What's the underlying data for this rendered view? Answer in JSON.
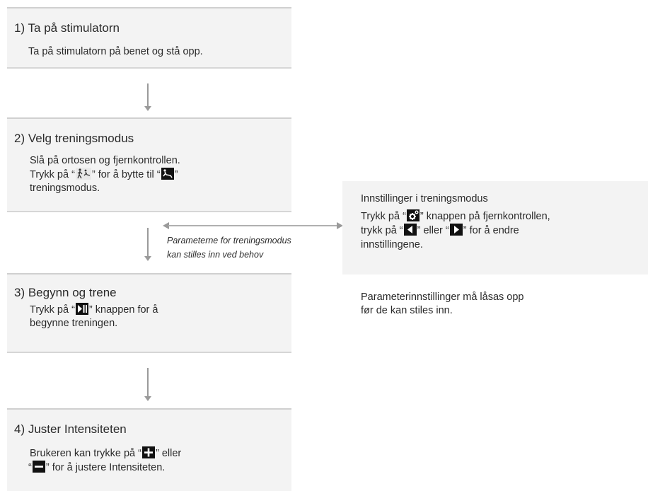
{
  "steps": [
    {
      "title": "1) Ta på stimulatorn",
      "body_line1": "Ta på stimulatorn på benet og stå opp."
    },
    {
      "title": "2) Velg treningsmodus",
      "line1": "Slå på ortosen og fjernkontrollen.",
      "line2_a": "Trykk på “",
      "line2_b": "” for å bytte til “",
      "line2_c": "”",
      "line3": "treningsmodus."
    },
    {
      "title": "3) Begynn og trene",
      "line1_a": "Trykk på “",
      "line1_b": "” knappen for å",
      "line2": "begynne treningen."
    },
    {
      "title": "4) Juster Intensiteten",
      "line1_a": "Brukeren kan trykke på  “",
      "line1_b": "” eller",
      "line2_a": "“",
      "line2_b": "” for å justere Intensiteten."
    }
  ],
  "param_note": {
    "line1": "Parameterne for treningsmodus",
    "line2": "kan stilles inn ved behov"
  },
  "settings": {
    "title": "Innstillinger i treningsmodus",
    "line1_a": "Trykk på  “",
    "line1_b": "” knappen på fjernkontrollen,",
    "line2_a": "trykk på  “",
    "line2_b": "” eller  “",
    "line2_c": "” for å endre",
    "line3": "innstillingene."
  },
  "unlock_note": {
    "line1": "Parameterinnstillinger må låsas opp",
    "line2": "før de kan stiles inn."
  },
  "icons": {
    "walk_mode": "walking-person-icon",
    "training_mode": "training-mode-icon",
    "play_pause": "play-pause-icon",
    "settings": "settings-gear-icon",
    "left": "left-arrow-icon",
    "right": "right-arrow-icon",
    "plus": "plus-icon",
    "minus": "minus-icon"
  },
  "colors": {
    "box_bg": "#f3f3f3",
    "arrow": "#9a9a9a",
    "icon_bg": "#111111"
  }
}
